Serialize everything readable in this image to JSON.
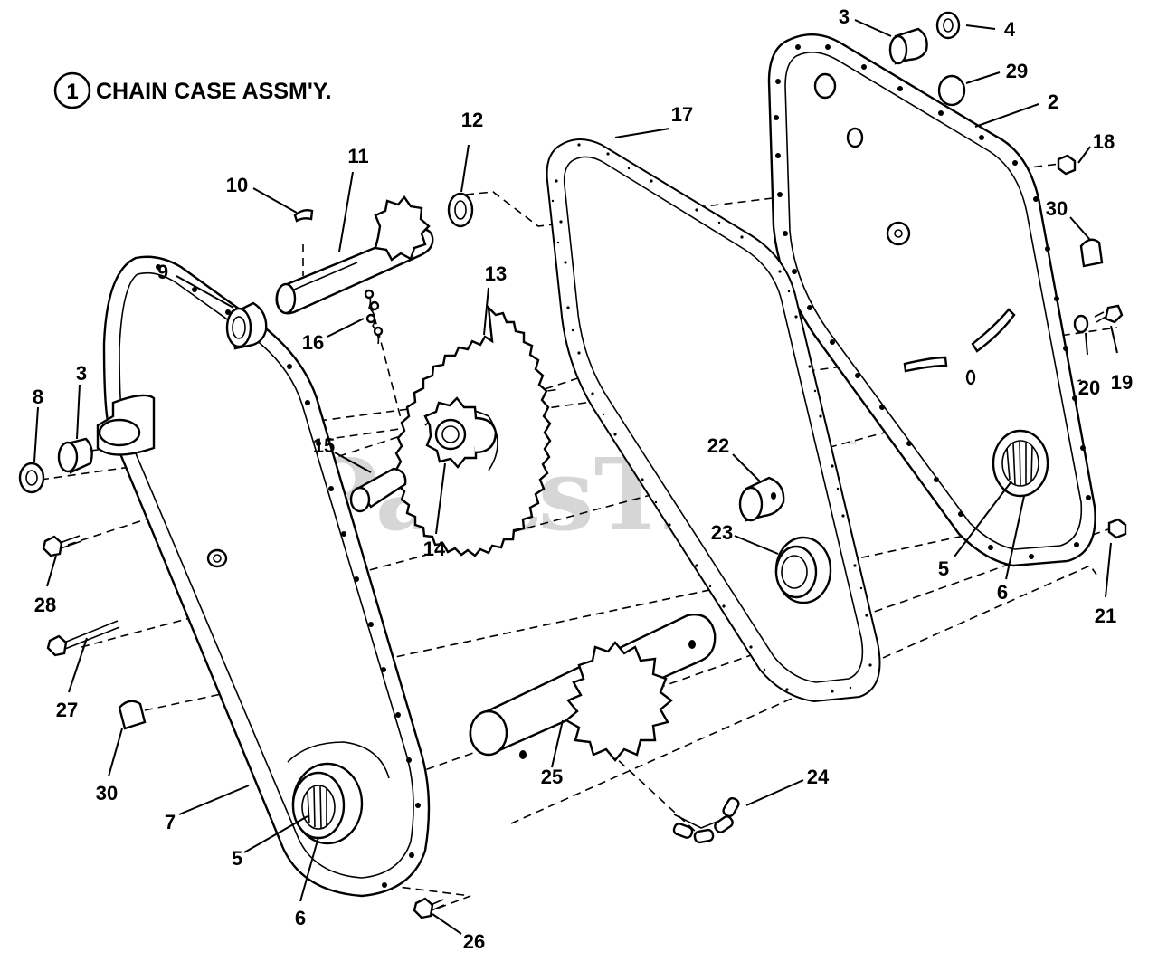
{
  "title": {
    "number": "1",
    "text": "CHAIN CASE ASSM'Y."
  },
  "watermark": {
    "text": "PartsTree",
    "mark": "™"
  },
  "callouts": {
    "c2": "2",
    "c3a": "3",
    "c3b": "3",
    "c4": "4",
    "c5a": "5",
    "c5b": "5",
    "c6a": "6",
    "c6b": "6",
    "c7": "7",
    "c8": "8",
    "c9": "9",
    "c10": "10",
    "c11": "11",
    "c12": "12",
    "c13": "13",
    "c14": "14",
    "c15": "15",
    "c16": "16",
    "c17": "17",
    "c18": "18",
    "c19": "19",
    "c20": "20",
    "c21": "21",
    "c22": "22",
    "c23": "23",
    "c24": "24",
    "c25": "25",
    "c26": "26",
    "c27": "27",
    "c28": "28",
    "c29": "29",
    "c30a": "30",
    "c30b": "30"
  },
  "colors": {
    "line": "#000000",
    "background": "#ffffff",
    "watermark": "#c9c9c9"
  }
}
